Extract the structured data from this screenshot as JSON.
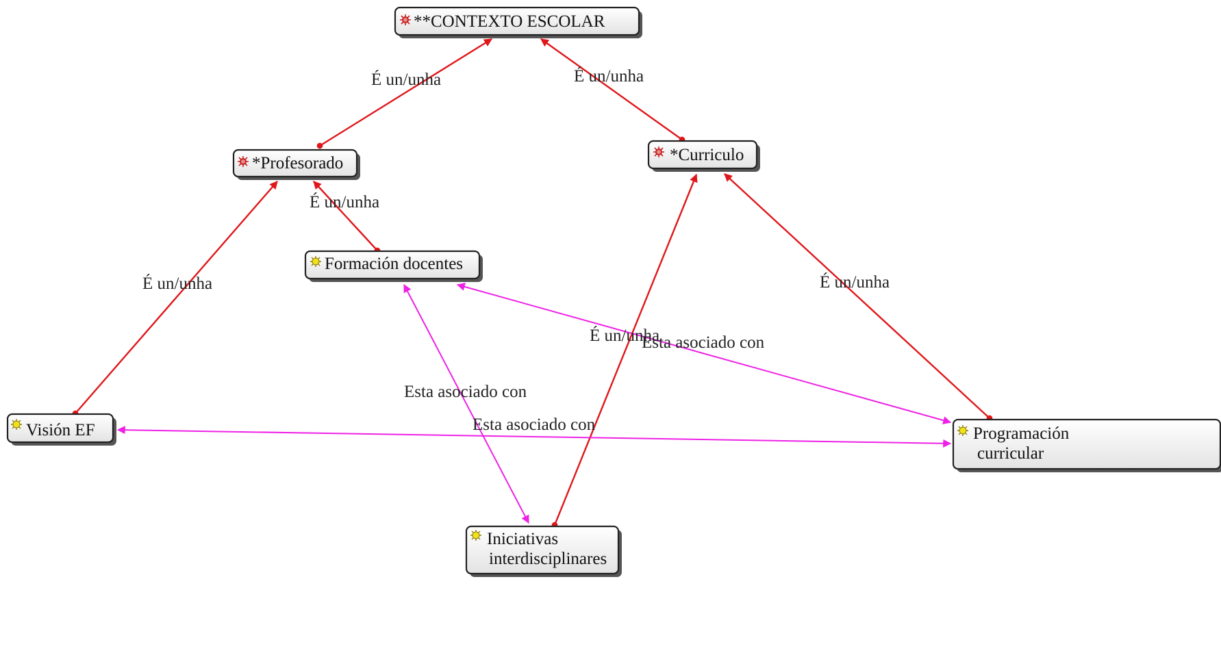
{
  "diagram": {
    "nodes": {
      "contexto": {
        "label": "**CONTEXTO ESCOLAR",
        "icon": "red-bug-icon"
      },
      "profesorado": {
        "label": "*Profesorado",
        "icon": "red-bug-icon"
      },
      "curriculo": {
        "label": "*Curriculo",
        "icon": "red-bug-icon"
      },
      "formacion": {
        "label": "Formación docentes",
        "icon": "yellow-lightbulb-icon"
      },
      "vision": {
        "label": "Visión  EF",
        "icon": "yellow-lightbulb-icon"
      },
      "programacion": {
        "label_line1": "Programación",
        "label_line2": "curricular",
        "icon": "yellow-lightbulb-icon"
      },
      "iniciativas": {
        "label_line1": "Iniciativas",
        "label_line2": "interdisciplinares",
        "icon": "yellow-lightbulb-icon"
      }
    },
    "edge_labels": {
      "contexto_profesorado": "É un/unha",
      "contexto_curriculo": "É un/unha",
      "profesorado_formacion": "É un/unha",
      "profesorado_vision": "É un/unha",
      "curriculo_programacion": "É un/unha",
      "curriculo_iniciativas": "É un/unha",
      "formacion_programacion": "Esta asociado con",
      "formacion_iniciativas": "Esta asociado con",
      "vision_programacion": "Esta asociado con"
    },
    "colors": {
      "is_a_edge": "#e0161a",
      "association_edge": "#ee22e6",
      "concept_icon": "#c81e1e",
      "idea_icon": "#f2e21a"
    }
  }
}
